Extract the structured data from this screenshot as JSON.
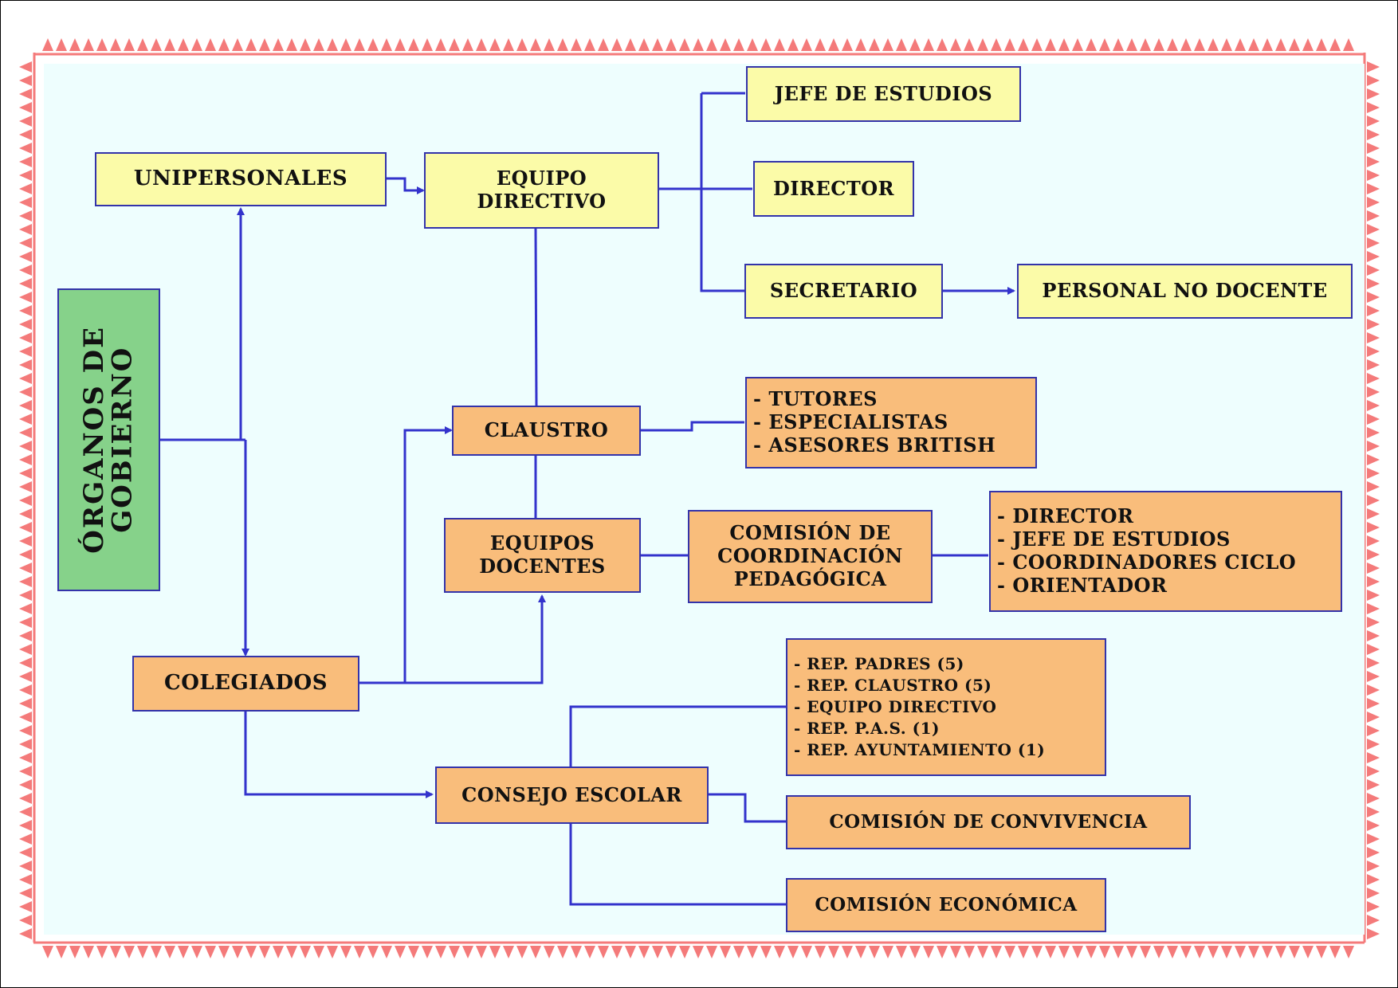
{
  "diagram": {
    "root": {
      "label_line1": "ÓRGANOS DE",
      "label_line2": "GOBIERNO",
      "color": "#86d28a"
    },
    "unipersonales": {
      "label": "UNIPERSONALES"
    },
    "equipo_directivo": {
      "label_line1": "EQUIPO",
      "label_line2": "DIRECTIVO"
    },
    "jefe_estudios": {
      "label": "JEFE DE ESTUDIOS"
    },
    "director": {
      "label": "DIRECTOR"
    },
    "secretario": {
      "label": "SECRETARIO"
    },
    "personal_no_docente": {
      "label": "PERSONAL NO DOCENTE"
    },
    "colegiados": {
      "label": "COLEGIADOS"
    },
    "claustro": {
      "label": "CLAUSTRO",
      "members": [
        "TUTORES",
        "ESPECIALISTAS",
        "ASESORES BRITISH"
      ]
    },
    "equipos_docentes": {
      "label_line1": "EQUIPOS",
      "label_line2": "DOCENTES"
    },
    "ccp": {
      "label_line1": "COMISIÓN DE",
      "label_line2": "COORDINACIÓN",
      "label_line3": "PEDAGÓGICA",
      "members": [
        "DIRECTOR",
        "JEFE DE ESTUDIOS",
        "COORDINADORES CICLO",
        "ORIENTADOR"
      ]
    },
    "consejo_escolar": {
      "label": "CONSEJO ESCOLAR",
      "members": [
        "REP. PADRES (5)",
        "REP. CLAUSTRO (5)",
        "EQUIPO DIRECTIVO",
        "REP. P.A.S. (1)",
        "REP. AYUNTAMIENTO (1)"
      ]
    },
    "comision_convivencia": {
      "label": "COMISIÓN DE CONVIVENCIA"
    },
    "comision_economica": {
      "label": "COMISIÓN ECONÓMICA"
    },
    "colors": {
      "unipersonal_fill": "#fbfba8",
      "colegiado_fill": "#f9bd7b",
      "border": "#3333aa",
      "connector": "#3333cc",
      "background": "#eefefe",
      "frame": "#f47a7a"
    }
  }
}
